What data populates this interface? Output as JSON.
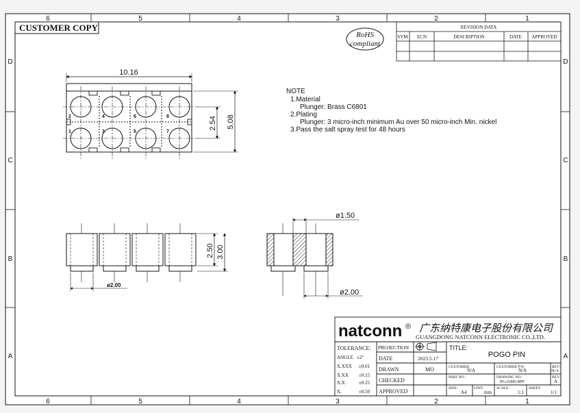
{
  "zones_top": [
    "6",
    "5",
    "4",
    "3",
    "2",
    "1"
  ],
  "zones_bottom": [
    "6",
    "5",
    "4",
    "3",
    "2",
    "1"
  ],
  "zones_left": [
    "D",
    "C",
    "B",
    "A"
  ],
  "zones_right": [
    "D",
    "C",
    "B",
    "A"
  ],
  "customer_copy": "CUSTOMER COPY",
  "rohs": {
    "line1": "RoHS",
    "line2": "compliant"
  },
  "revision": {
    "title": "REVISION DATA",
    "headers": [
      "SYM",
      "ECN",
      "DESCRIPTION",
      "DATE",
      "APPROVED"
    ]
  },
  "note": {
    "title": "NOTE",
    "lines": [
      "1.Material",
      "Plunger: Brass C6801",
      "2.Plating",
      "Plunger: 3 micro-inch minimum Au over 50 micro-inch Min. nickel",
      "3.Pass the salt spray test for 48 hours"
    ]
  },
  "dims": {
    "width_top": "10.16",
    "pitch_v": "2.54",
    "height_top": "5.08",
    "front_h1": "2.50",
    "front_h2": "3.00",
    "front_dia": "ø2.00",
    "side_top_dia": "ø1.50",
    "side_bottom_dia": "ø2.00"
  },
  "pin_labels": [
    "2",
    "4",
    "6",
    "8",
    "1",
    "3",
    "5",
    "7"
  ],
  "title_block": {
    "brand": "natconn",
    "reg": "®",
    "company_cn": "广东纳特康电子股份有限公司",
    "company_en": "GUANGDONG NATCONN ELECTRONIC CO.,LTD.",
    "tolerance_label": "TOLERANCE:",
    "tolerances": [
      {
        "k": "ANGLE",
        "v": "±2°"
      },
      {
        "k": "X.XXX",
        "v": "±0.01"
      },
      {
        "k": "X.XX",
        "v": "±0.15"
      },
      {
        "k": "X.X",
        "v": "±0.25"
      },
      {
        "k": "X.",
        "v": "±0.50"
      }
    ],
    "projection_label": "PROJECTION",
    "date_label": "DATE",
    "date_value": "2023.5.17",
    "drawn_label": "DRAWN",
    "drawn_value": "MO",
    "checked_label": "CHECKED",
    "approved_label": "APPROVED",
    "title_label": "TITLE:",
    "title_value": "POGO PIN",
    "customer_label": "CUSTOMER:",
    "customer_value": "N/A",
    "customer_pn_label": "CUSTOMER P/N:",
    "customer_pn_value": "N/A",
    "rev_label": "REV:",
    "rev_value1": "N/A",
    "part_no_label": "PART NO.:",
    "drawing_no_label": "DRAWING NO.:",
    "drawing_no_value": "PG-0300-8PF",
    "rev_value2": "A",
    "size_label": "SIZE:",
    "size_value": "A4",
    "unit_label": "UNIT:",
    "unit_value": "mm",
    "scale_label": "SCALE:",
    "scale_value": "1:1",
    "sheet_label": "SHEET:",
    "sheet_value": "1/1"
  }
}
